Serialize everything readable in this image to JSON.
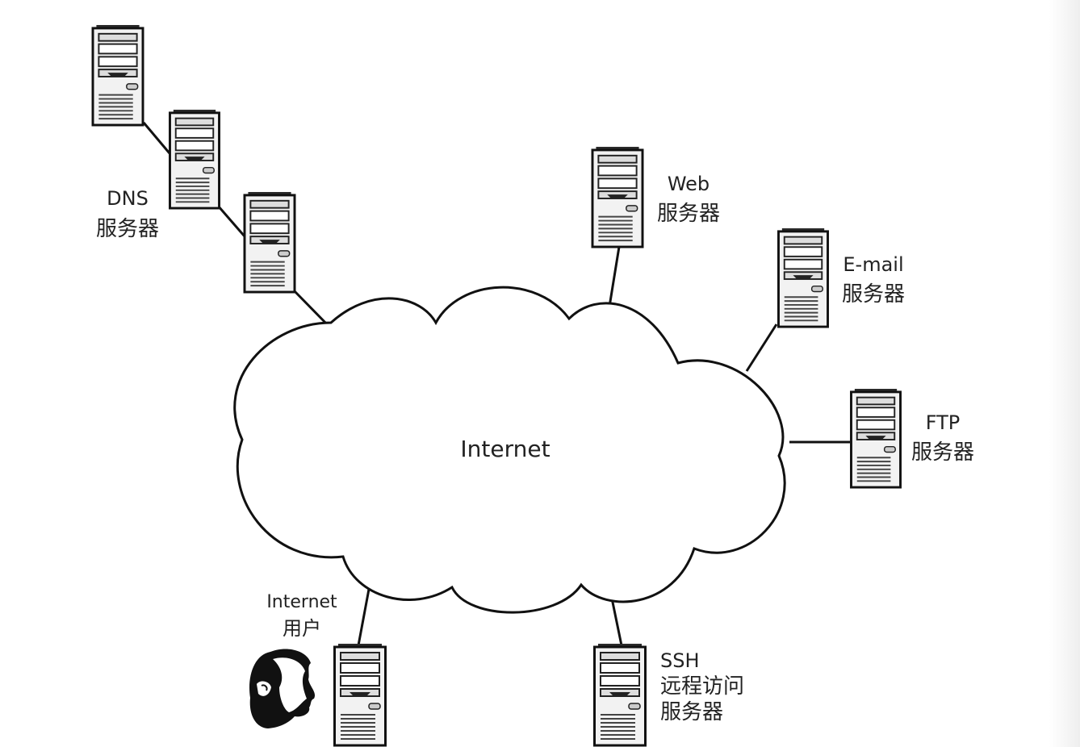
{
  "diagram": {
    "cloud_label": "Internet",
    "nodes": {
      "dns": {
        "line1": "DNS",
        "line2": "服务器"
      },
      "web": {
        "line1": "Web",
        "line2": "服务器"
      },
      "email": {
        "line1": "E-mail",
        "line2": "服务器"
      },
      "ftp": {
        "line1": "FTP",
        "line2": "服务器"
      },
      "user": {
        "line1": "Internet",
        "line2": "用户"
      },
      "ssh": {
        "line1": "SSH",
        "line2": "远程访问",
        "line3": "服务器"
      }
    }
  }
}
